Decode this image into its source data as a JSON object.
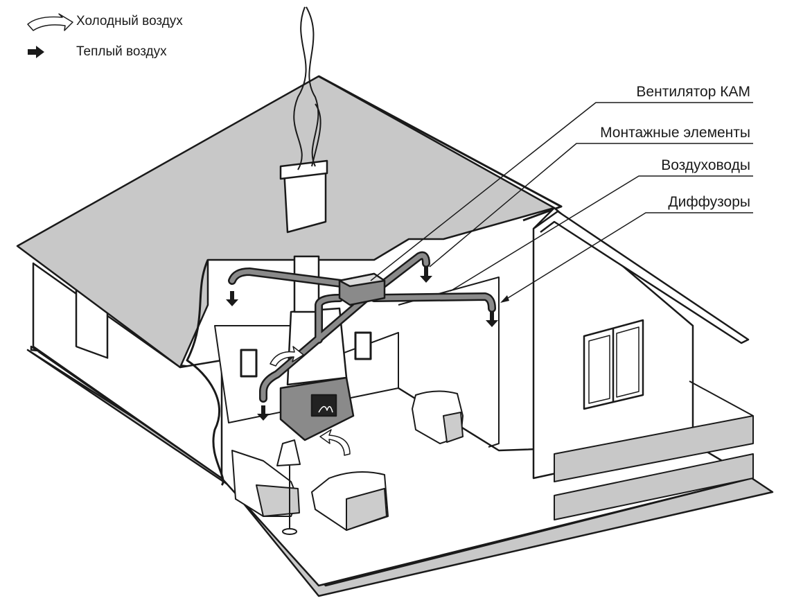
{
  "legend": {
    "cold_air": "Холодный воздух",
    "warm_air": "Теплый воздух"
  },
  "callouts": [
    {
      "label": "Вентилятор КАМ"
    },
    {
      "label": "Монтажные элементы"
    },
    {
      "label": "Воздуховоды"
    },
    {
      "label": "Диффузоры"
    }
  ],
  "colors": {
    "roof": "#c8c8c8",
    "line": "#1a1a1a",
    "duct": "#8a8a8a",
    "wall": "#ffffff"
  }
}
